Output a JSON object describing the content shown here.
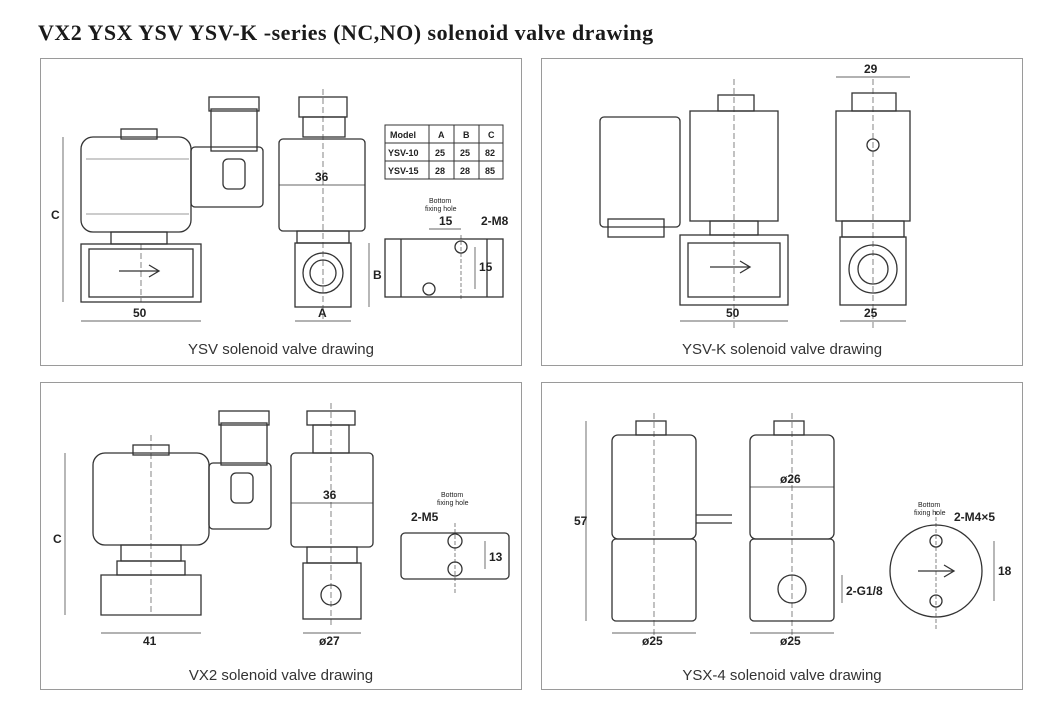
{
  "title": "VX2  YSX  YSV  YSV-K -series (NC,NO) solenoid valve drawing",
  "panels": {
    "ysv": {
      "caption": "YSV solenoid valve drawing",
      "dims": {
        "c": "C",
        "w50": "50",
        "w36": "36",
        "a": "A",
        "b": "B",
        "d15": "15",
        "d15v": "15",
        "m8": "2-M8"
      },
      "hole_label_1": "Bottom",
      "hole_label_2": "fixing hole",
      "table": {
        "headers": [
          "Model",
          "A",
          "B",
          "C"
        ],
        "rows": [
          [
            "YSV-10",
            "25",
            "25",
            "82"
          ],
          [
            "YSV-15",
            "28",
            "28",
            "85"
          ]
        ]
      }
    },
    "ysvk": {
      "caption": "YSV-K solenoid valve drawing",
      "dims": {
        "w29": "29",
        "w50": "50",
        "w25": "25"
      }
    },
    "vx2": {
      "caption": "VX2 solenoid valve drawing",
      "dims": {
        "c": "C",
        "w41": "41",
        "w36": "36",
        "d27": "ø27",
        "m5": "2-M5",
        "d13": "13"
      },
      "hole_label_1": "Bottom",
      "hole_label_2": "fixing hole"
    },
    "ysx": {
      "caption": "YSX-4 solenoid valve drawing",
      "dims": {
        "h57": "57",
        "d26": "ø26",
        "d25a": "ø25",
        "d25b": "ø25",
        "g18": "2-G1/8",
        "m4": "2-M4×5",
        "h18": "18"
      },
      "hole_label_1": "Bottom",
      "hole_label_2": "fixing hole"
    }
  }
}
